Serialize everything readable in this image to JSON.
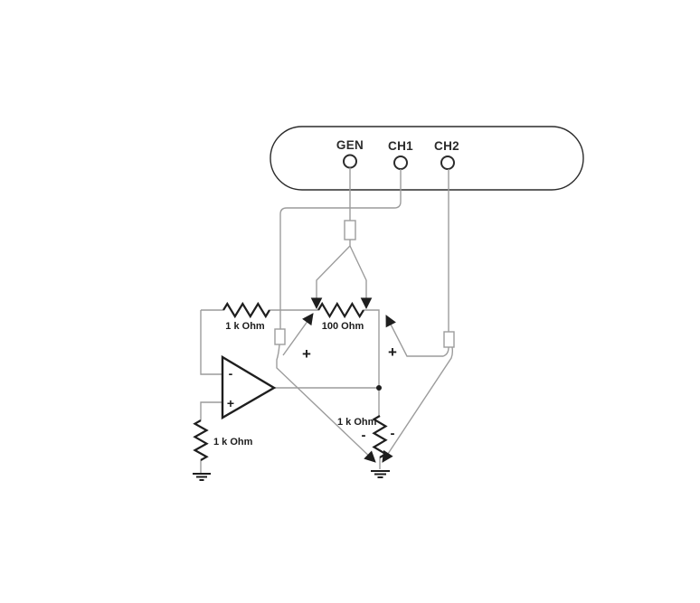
{
  "colors": {
    "background": "#ffffff",
    "wire": "#9c9c9c",
    "component": "#1e1e1e",
    "outline": "#2b2b2b",
    "text": "#2b2b2b"
  },
  "instrument": {
    "terminals": [
      {
        "label": "GEN"
      },
      {
        "label": "CH1"
      },
      {
        "label": "CH2"
      }
    ]
  },
  "components": {
    "feedback_resistor_label": "1 k Ohm",
    "potentiometer_label": "100 Ohm",
    "input_resistor_label": "1 k Ohm",
    "load_resistor_label": "1 k Ohm"
  },
  "opamp": {
    "inverting_mark": "-",
    "noninverting_mark": "+"
  },
  "probe_marks": {
    "ch1_plus": "+",
    "ch2_plus": "+",
    "load_minus_left": "-",
    "load_minus_right": "-"
  }
}
